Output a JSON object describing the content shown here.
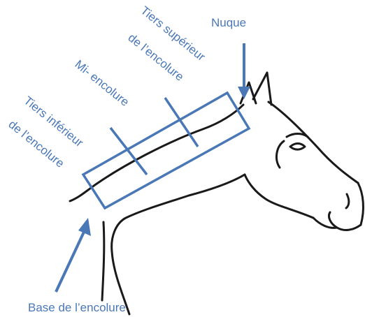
{
  "labels": {
    "nuque": "Nuque",
    "tiers_superieur_l1": "Tiers supérieur",
    "tiers_superieur_l2": "de l’encolure",
    "mi_encolure": "Mi- encolure",
    "tiers_inferieur_l1": "Tiers  inférieur",
    "tiers_inferieur_l2": "de l’encolure",
    "base": "Base de l’encolure"
  },
  "colors": {
    "accent": "#4a78b7",
    "outline": "#1a1a1a"
  }
}
